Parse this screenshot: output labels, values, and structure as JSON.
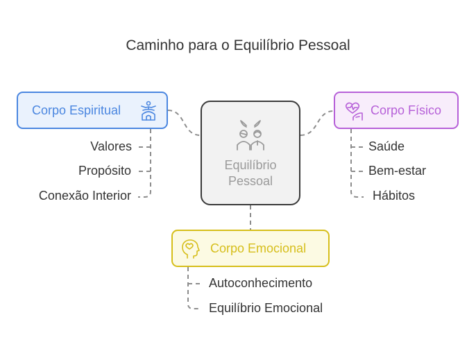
{
  "title": "Caminho para o Equilíbrio Pessoal",
  "center": {
    "label_line1": "Equilíbrio",
    "label_line2": "Pessoal",
    "icon": "couple-icon"
  },
  "branches": {
    "espiritual": {
      "label": "Corpo Espiritual",
      "icon": "spiritual-figure-icon",
      "color": "#4a86e0",
      "fill": "#eaf2fd",
      "items": [
        "Valores",
        "Propósito",
        "Conexão Interior"
      ]
    },
    "fisico": {
      "label": "Corpo Físico",
      "icon": "heart-hand-icon",
      "color": "#b660d8",
      "fill": "#f8edfb",
      "items": [
        "Saúde",
        "Bem-estar",
        "Hábitos"
      ]
    },
    "emocional": {
      "label": "Corpo Emocional",
      "icon": "head-heart-icon",
      "color": "#d6be1a",
      "fill": "#fcfae3",
      "items": [
        "Autoconhecimento",
        "Equilíbrio Emocional"
      ]
    }
  }
}
